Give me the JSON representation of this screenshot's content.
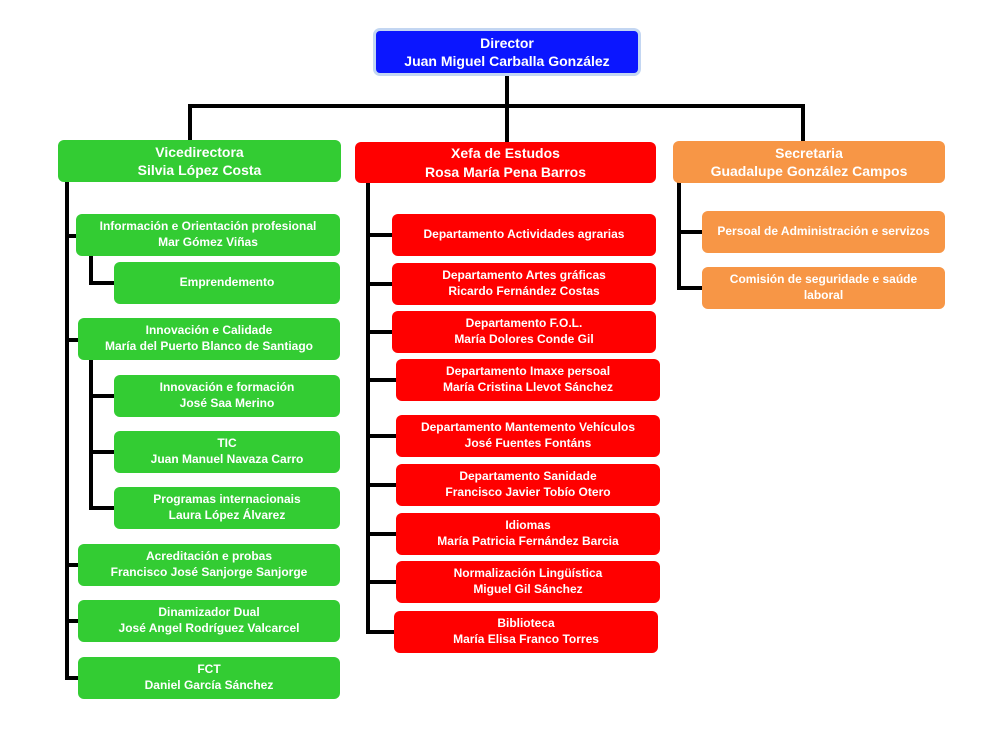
{
  "colors": {
    "director": "#0b16ff",
    "vicedireccion": "#33cc33",
    "estudos": "#ff0000",
    "secretaria": "#f79646",
    "connector": "#000000"
  },
  "director": {
    "title": "Director",
    "name": "Juan Miguel Carballa González"
  },
  "vicedirectora": {
    "title": "Vicedirectora",
    "name": "Silvia López Costa",
    "items": [
      {
        "title": "Información e Orientación profesional",
        "name": "Mar Gómez Viñas",
        "children": [
          {
            "title": "Emprendemento",
            "name": ""
          }
        ]
      },
      {
        "title": "Innovación e Calidade",
        "name": "María del Puerto Blanco de Santiago",
        "children": [
          {
            "title": "Innovación e formación",
            "name": "José Saa Merino"
          },
          {
            "title": "TIC",
            "name": "Juan Manuel Navaza Carro"
          },
          {
            "title": "Programas internacionais",
            "name": "Laura López Álvarez"
          }
        ]
      },
      {
        "title": "Acreditación e probas",
        "name": "Francisco José Sanjorge Sanjorge"
      },
      {
        "title": "Dinamizador Dual",
        "name": "José Angel Rodríguez Valcarcel"
      },
      {
        "title": "FCT",
        "name": "Daniel García Sánchez"
      }
    ]
  },
  "xefa": {
    "title": "Xefa de Estudos",
    "name": "Rosa María Pena Barros",
    "items": [
      {
        "title": "Departamento Actividades agrarias",
        "name": ""
      },
      {
        "title": "Departamento Artes gráficas",
        "name": "Ricardo Fernández Costas"
      },
      {
        "title": "Departamento F.O.L.",
        "name": "María Dolores Conde Gil"
      },
      {
        "title": "Departamento Imaxe persoal",
        "name": "María Cristina Llevot Sánchez"
      },
      {
        "title": "Departamento Mantemento Vehículos",
        "name": "José Fuentes  Fontáns"
      },
      {
        "title": "Departamento Sanidade",
        "name": "Francisco Javier Tobío Otero"
      },
      {
        "title": "Idiomas",
        "name": "María Patricia Fernández Barcia"
      },
      {
        "title": "Normalización Lingüística",
        "name": "Miguel Gil Sánchez"
      },
      {
        "title": "Biblioteca",
        "name": "María Elisa Franco Torres"
      }
    ]
  },
  "secretaria": {
    "title": "Secretaria",
    "name": "Guadalupe González Campos",
    "items": [
      {
        "title": "Persoal de Administración e servizos",
        "name": ""
      },
      {
        "title": "Comisión de seguridade e saúde laboral",
        "name": ""
      }
    ]
  }
}
